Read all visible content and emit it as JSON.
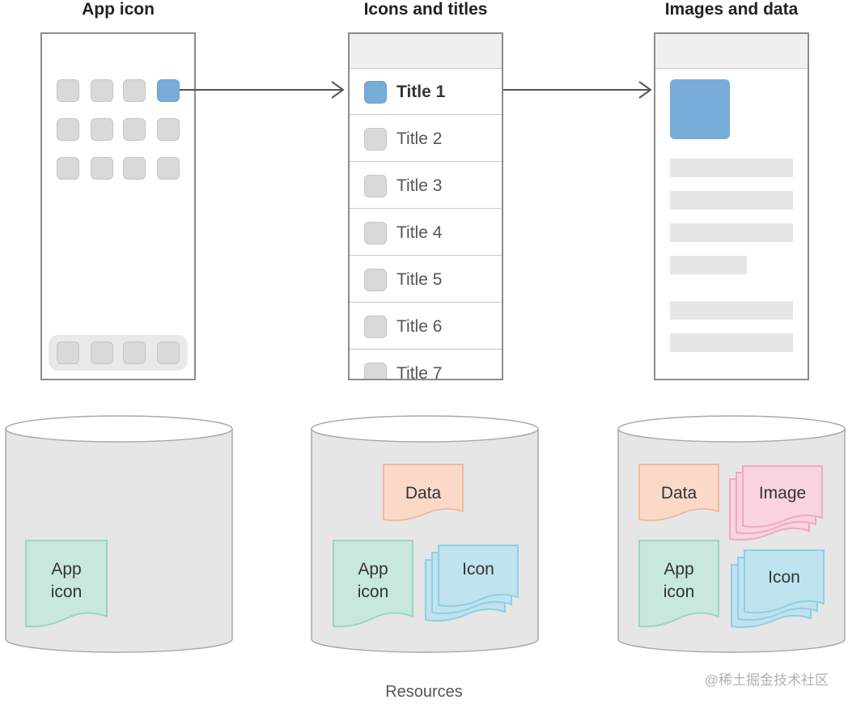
{
  "columns": [
    {
      "title": "App icon"
    },
    {
      "title": "Icons and titles"
    },
    {
      "title": "Images and data"
    }
  ],
  "list": {
    "rows": [
      "Title 1",
      "Title 2",
      "Title 3",
      "Title 4",
      "Title 5",
      "Title 6",
      "Title 7"
    ]
  },
  "resources": {
    "app_icon": [
      "App",
      "icon"
    ],
    "data": "Data",
    "icon": "Icon",
    "image": "Image"
  },
  "caption": "Resources",
  "watermark": "@稀土掘金技术社区",
  "colors": {
    "accent_blue": "#77acd9",
    "app_icon_doc": "#c8e8de",
    "data_doc": "#fbd9c9",
    "icon_doc": "#bfe4ef",
    "image_doc": "#f9d3dd",
    "cylinder": "#e6e6e6"
  }
}
